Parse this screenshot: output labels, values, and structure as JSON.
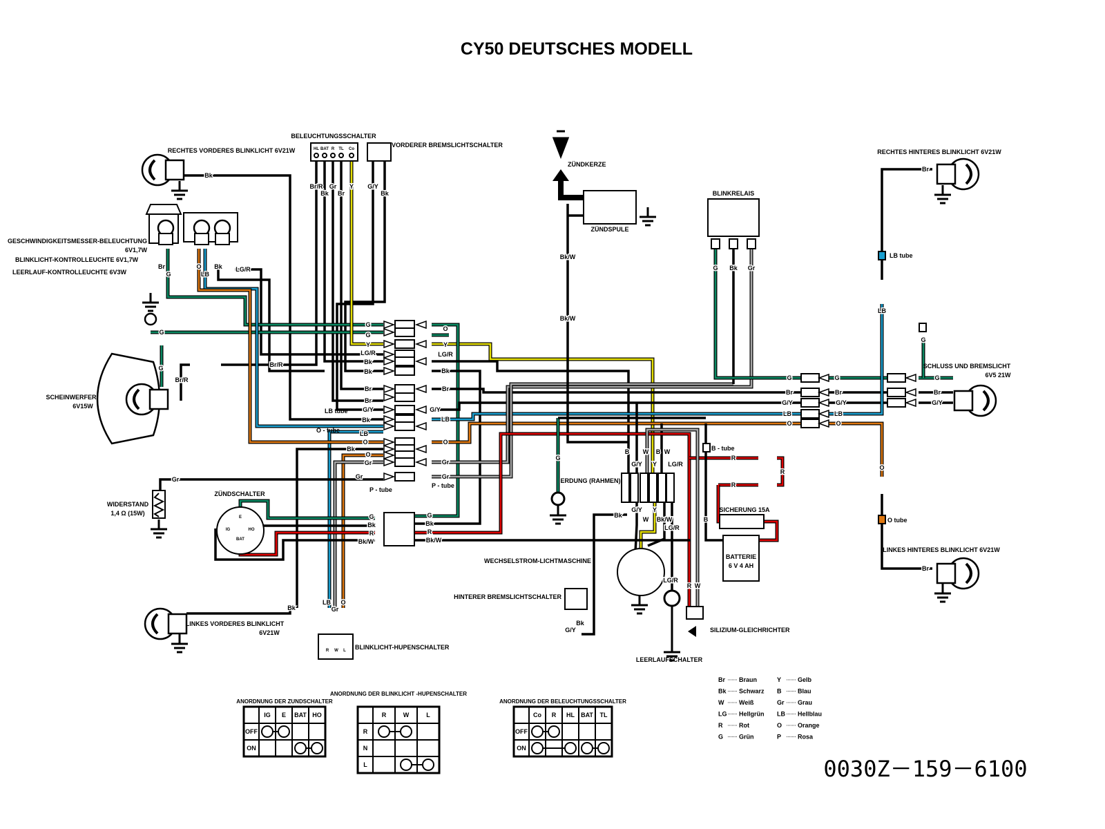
{
  "title": "CY50  DEUTSCHES  MODELL",
  "part_number": "0030Z－159－6100",
  "colors": {
    "G": "#0b8a63",
    "LB": "#1a9fd0",
    "O": "#e07810",
    "Y": "#e6e000",
    "R": "#e00000",
    "Gr": "#a8a8a8",
    "Bk": "#000000",
    "W": "#ffffff"
  },
  "components": {
    "lighting_switch": "BELEUCHTUNGSSCHALTER",
    "lighting_switch_terminals": [
      "HL",
      "BAT",
      "R",
      "TL",
      "Co"
    ],
    "front_brake_switch": "VORDERER BREMSLICHTSCHALTER",
    "right_front_blinker": "RECHTES  VORDERES BLINKLICHT 6V21W",
    "speedo_light": "GESCHWINDIGKEITSMESSER-BELEUCHTUNG",
    "speedo_light_rating": "6V1,7W",
    "blinker_indicator": "BLINKLICHT-KONTROLLEUCHTE 6V1,7W",
    "neutral_indicator": "LEERLAUF-KONTROLLEUCHTE 6V3W",
    "headlight": "SCHEINWERFER",
    "headlight_rating": "6V15W",
    "resistor": "WIDERSTAND",
    "resistor_rating": "1,4 Ω (15W)",
    "ignition_switch": "ZÜNDSCHALTER",
    "ignition_switch_terminals": [
      "E",
      "IG",
      "HO",
      "BAT"
    ],
    "left_front_blinker": "LINKES VORDERES BLINKLICHT",
    "left_front_blinker_rating": "6V21W",
    "horn_switch": "BLINKLICHT-HUPENSCHALTER",
    "horn_switch_terminals": [
      "R",
      "W",
      "L"
    ],
    "spark_plug": "ZÜNDKERZE",
    "ignition_coil": "ZÜNDSPULE",
    "blinker_relay": "BLINKRELAIS",
    "right_rear_blinker": "RECHTES HINTERES BLINKLICHT  6V21W",
    "tail_light": "SCHLUSS UND BREMSLICHT",
    "tail_light_rating": "6V5 21W",
    "ground": "ERDUNG (RAHMEN)",
    "fuse": "SICHERUNG 15A",
    "battery": "BATTERIE",
    "battery_rating": "6 V 4 AH",
    "alternator": "WECHSELSTROM-LICHTMASCHINE",
    "rear_brake_switch": "HINTERER BREMSLICHTSCHALTER",
    "rectifier": "SILIZIUM-GLEICHRICHTER",
    "neutral_switch": "LEERLAUFSCHALTER",
    "left_rear_blinker": "LINKES HINTERES BLINKLICHT  6V21W"
  },
  "tubes": [
    "LB  tube",
    "O  tube",
    "B - tube",
    "LB  tube",
    "O - tube",
    "P - tube",
    "P - tube"
  ],
  "wire_labels": [
    "Bk",
    "Br/R",
    "Bk",
    "Gr",
    "Br",
    "Y",
    "G/Y",
    "Bk",
    "Br",
    "G",
    "O",
    "LB",
    "Bk",
    "LG/R",
    "G",
    "G",
    "G",
    "Y",
    "LG/R",
    "Bk",
    "Bk",
    "Br",
    "Br",
    "G/Y",
    "Bk",
    "LB",
    "O",
    "Bk",
    "O",
    "Gr",
    "Gr",
    "O",
    "Y",
    "LG/R",
    "Bk",
    "Br",
    "G/Y",
    "LB",
    "O",
    "Gr",
    "Gr",
    "Br/R",
    "Br/R",
    "G",
    "Gr",
    "G",
    "Bk",
    "R",
    "Bk/W",
    "G",
    "Bk",
    "R",
    "Bk/W",
    "LB",
    "Gr",
    "O",
    "Bk",
    "Bk/W",
    "Bk/W",
    "G",
    "Bk",
    "Gr",
    "G",
    "G",
    "Br",
    "Br",
    "G/Y",
    "G/Y",
    "LB",
    "LB",
    "O",
    "O",
    "G",
    "Br",
    "G/Y",
    "Br",
    "LB",
    "G",
    "O",
    "Br",
    "G",
    "Bk",
    "B",
    "G/Y",
    "W",
    "Y",
    "B",
    "W",
    "LG/R",
    "G/Y",
    "W",
    "Y",
    "Bk/W",
    "LG/R",
    "R",
    "R",
    "R",
    "B",
    "R",
    "W",
    "LG/R",
    "Bk",
    "G/Y"
  ],
  "legend": [
    {
      "code": "Br",
      "name": "Braun"
    },
    {
      "code": "Bk",
      "name": "Schwarz"
    },
    {
      "code": "W",
      "name": "Weiß"
    },
    {
      "code": "LG",
      "name": "Hellgrün"
    },
    {
      "code": "R",
      "name": "Rot"
    },
    {
      "code": "G",
      "name": "Grün"
    },
    {
      "code": "Y",
      "name": "Gelb"
    },
    {
      "code": "B",
      "name": "Blau"
    },
    {
      "code": "Gr",
      "name": "Grau"
    },
    {
      "code": "LB",
      "name": "Hellblau"
    },
    {
      "code": "O",
      "name": "Orange"
    },
    {
      "code": "P",
      "name": "Rosa"
    }
  ],
  "tables": [
    {
      "title": "ANORDNUNG DER ZUNDSCHALTER",
      "columns": [
        "IG",
        "E",
        "BAT",
        "HO"
      ],
      "rows": [
        {
          "label": "OFF",
          "groups": [
            [
              "IG",
              "E"
            ]
          ]
        },
        {
          "label": "ON",
          "groups": [
            [
              "BAT",
              "HO"
            ]
          ]
        }
      ]
    },
    {
      "title": "ANORDNUNG DER BLINKLICHT -HUPENSCHALTER",
      "columns": [
        "R",
        "W",
        "L"
      ],
      "rows": [
        {
          "label": "R",
          "groups": [
            [
              "R",
              "W"
            ]
          ]
        },
        {
          "label": "N",
          "groups": []
        },
        {
          "label": "L",
          "groups": [
            [
              "W",
              "L"
            ]
          ]
        }
      ]
    },
    {
      "title": "ANORDNUNG DER BELEUCHTUNGSSCHALTER",
      "columns": [
        "Co",
        "R",
        "HL",
        "BAT",
        "TL"
      ],
      "rows": [
        {
          "label": "OFF",
          "groups": [
            [
              "Co",
              "R"
            ]
          ]
        },
        {
          "label": "ON",
          "groups": [
            [
              "Co",
              "HL"
            ],
            [
              "BAT",
              "TL"
            ]
          ]
        }
      ]
    }
  ]
}
